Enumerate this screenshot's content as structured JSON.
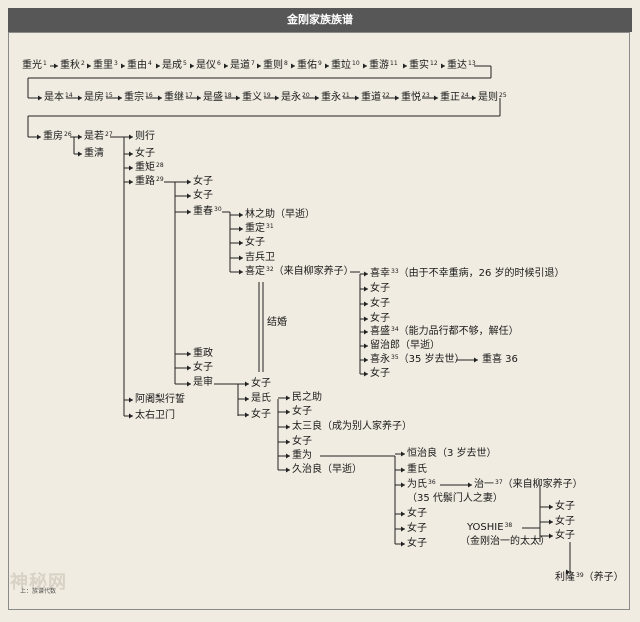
{
  "title": "金刚家族族谱",
  "nodes": [
    {
      "t": "重光",
      "g": "1"
    },
    {
      "t": "重秋",
      "g": "2"
    },
    {
      "t": "重里",
      "g": "3"
    },
    {
      "t": "重由",
      "g": "4"
    },
    {
      "t": "是成",
      "g": "5"
    },
    {
      "t": "是仪",
      "g": "6"
    },
    {
      "t": "是道",
      "g": "7"
    },
    {
      "t": "重则",
      "g": "8"
    },
    {
      "t": "重佑",
      "g": "9"
    },
    {
      "t": "重竝",
      "g": "10"
    },
    {
      "t": "重游",
      "g": "11"
    },
    {
      "t": "重实",
      "g": "12"
    },
    {
      "t": "重达",
      "g": "13"
    },
    {
      "t": "是本",
      "g": "14"
    },
    {
      "t": "是房",
      "g": "15"
    },
    {
      "t": "重宗",
      "g": "16"
    },
    {
      "t": "重继",
      "g": "17"
    },
    {
      "t": "是盛",
      "g": "18"
    },
    {
      "t": "重义",
      "g": "19"
    },
    {
      "t": "是永",
      "g": "20"
    },
    {
      "t": "重永",
      "g": "21"
    },
    {
      "t": "重道",
      "g": "22"
    },
    {
      "t": "重悦",
      "g": "23"
    },
    {
      "t": "重正",
      "g": "24"
    },
    {
      "t": "是则",
      "g": "25"
    },
    {
      "t": "重房",
      "g": "26"
    },
    {
      "t": "是若",
      "g": "27"
    },
    {
      "t": "则行",
      "g": ""
    },
    {
      "t": "重清",
      "g": ""
    },
    {
      "t": "女子",
      "g": ""
    },
    {
      "t": "重矩",
      "g": "28"
    },
    {
      "t": "重路",
      "g": "29"
    },
    {
      "t": "阿阇梨行誓",
      "g": ""
    },
    {
      "t": "太右卫门",
      "g": ""
    },
    {
      "t": "女子",
      "g": ""
    },
    {
      "t": "女子",
      "g": ""
    },
    {
      "t": "重春",
      "g": "30"
    },
    {
      "t": "重政",
      "g": ""
    },
    {
      "t": "女子",
      "g": ""
    },
    {
      "t": "是审",
      "g": ""
    },
    {
      "t": "林之助（早逝）",
      "g": ""
    },
    {
      "t": "重定",
      "g": "31"
    },
    {
      "t": "女子",
      "g": ""
    },
    {
      "t": "吉兵卫",
      "g": ""
    },
    {
      "t": "喜定",
      "g": "32",
      "s": "（来自柳家养子）"
    },
    {
      "t": "喜幸",
      "g": "33",
      "s": "（由于不幸重病，26 岁的时候引退）"
    },
    {
      "t": "女子",
      "g": ""
    },
    {
      "t": "女子",
      "g": ""
    },
    {
      "t": "女子",
      "g": ""
    },
    {
      "t": "喜盛",
      "g": "34",
      "s": "（能力品行都不够，解任）"
    },
    {
      "t": "留治郎（早逝）",
      "g": ""
    },
    {
      "t": "喜永",
      "g": "35",
      "s": "（35 岁去世）"
    },
    {
      "t": "重喜 36",
      "g": ""
    },
    {
      "t": "女子",
      "g": ""
    },
    {
      "t": "女子",
      "g": ""
    },
    {
      "t": "是氏",
      "g": ""
    },
    {
      "t": "女子",
      "g": ""
    },
    {
      "t": "民之助",
      "g": ""
    },
    {
      "t": "女子",
      "g": ""
    },
    {
      "t": "太三良（成为别人家养子）",
      "g": ""
    },
    {
      "t": "女子",
      "g": ""
    },
    {
      "t": "重为",
      "g": ""
    },
    {
      "t": "久治良（早逝）",
      "g": ""
    },
    {
      "t": "恒治良（3 岁去世）",
      "g": ""
    },
    {
      "t": "重氏",
      "g": ""
    },
    {
      "t": "为氏",
      "g": "36"
    },
    {
      "t": "（35 代鬃门人之妻）",
      "g": ""
    },
    {
      "t": "女子",
      "g": ""
    },
    {
      "t": "女子",
      "g": ""
    },
    {
      "t": "女子",
      "g": ""
    },
    {
      "t": "治一",
      "g": "37",
      "s": "（来自柳家养子）"
    },
    {
      "t": "YOSHIE",
      "g": "38"
    },
    {
      "t": "（金刚治一的太太）",
      "g": ""
    },
    {
      "t": "女子",
      "g": ""
    },
    {
      "t": "女子",
      "g": ""
    },
    {
      "t": "女子",
      "g": ""
    },
    {
      "t": "利隆",
      "g": "39",
      "s": "（养子）"
    }
  ],
  "marriage_label": "结婚",
  "legend": "上：族谱代数"
}
